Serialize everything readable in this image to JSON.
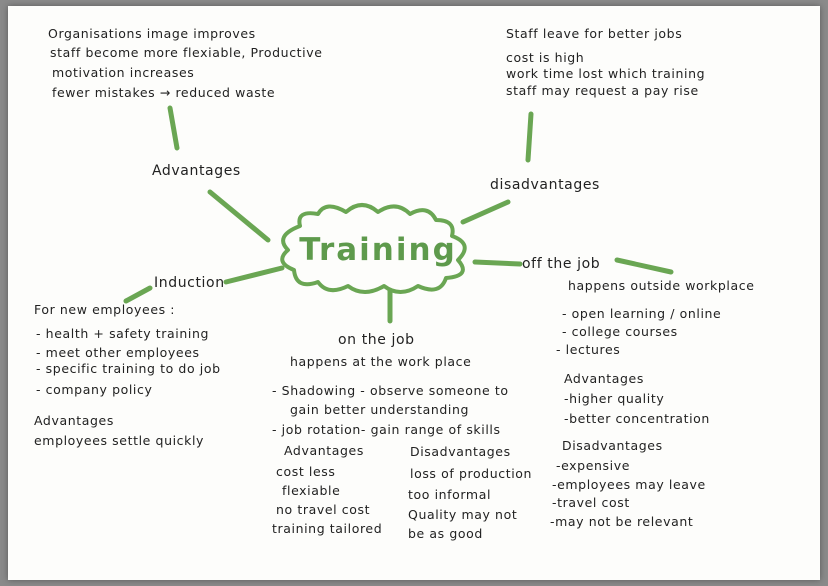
{
  "center": {
    "label": "Training"
  },
  "advantages_branch": {
    "heading": "Advantages",
    "lines": [
      "Organisations image improves",
      "staff become more flexiable, Productive",
      "motivation increases",
      "fewer mistakes → reduced waste"
    ]
  },
  "disadvantages_branch": {
    "heading": "disadvantages",
    "lines": [
      "Staff leave for better jobs",
      "cost is high",
      "work time lost which training",
      "staff may request a pay rise"
    ]
  },
  "induction_branch": {
    "heading": "Induction",
    "intro": "For new employees :",
    "lines": [
      "- health + safety training",
      "- meet other employees",
      "- specific training to do job",
      "- company policy"
    ],
    "advantages_heading": "Advantages",
    "advantages_lines": [
      "employees settle quickly"
    ]
  },
  "on_the_job_branch": {
    "heading": "on the job",
    "subheading": "happens at the work place",
    "lines": [
      "- Shadowing - observe someone to",
      "gain better understanding",
      "- job rotation- gain range of skills"
    ],
    "advantages_heading": "Advantages",
    "advantages_lines": [
      "cost less",
      "flexiable",
      "no travel cost",
      "training tailored"
    ],
    "disadvantages_heading": "Disadvantages",
    "disadvantages_lines": [
      "loss of production",
      "too informal",
      "Quality may not",
      "be as good"
    ]
  },
  "off_the_job_branch": {
    "heading": "off the job",
    "subheading": "happens outside workplace",
    "lines": [
      "- open learning / online",
      "- college courses",
      "- lectures"
    ],
    "advantages_heading": "Advantages",
    "advantages_lines": [
      "-higher quality",
      "-better concentration"
    ],
    "disadvantages_heading": "Disadvantages",
    "disadvantages_lines": [
      "-expensive",
      "-employees may leave",
      "-travel cost",
      "-may not be relevant"
    ]
  },
  "colors": {
    "ink": "#222222",
    "green": "#5e9a4c",
    "paper": "#fdfdfb"
  }
}
